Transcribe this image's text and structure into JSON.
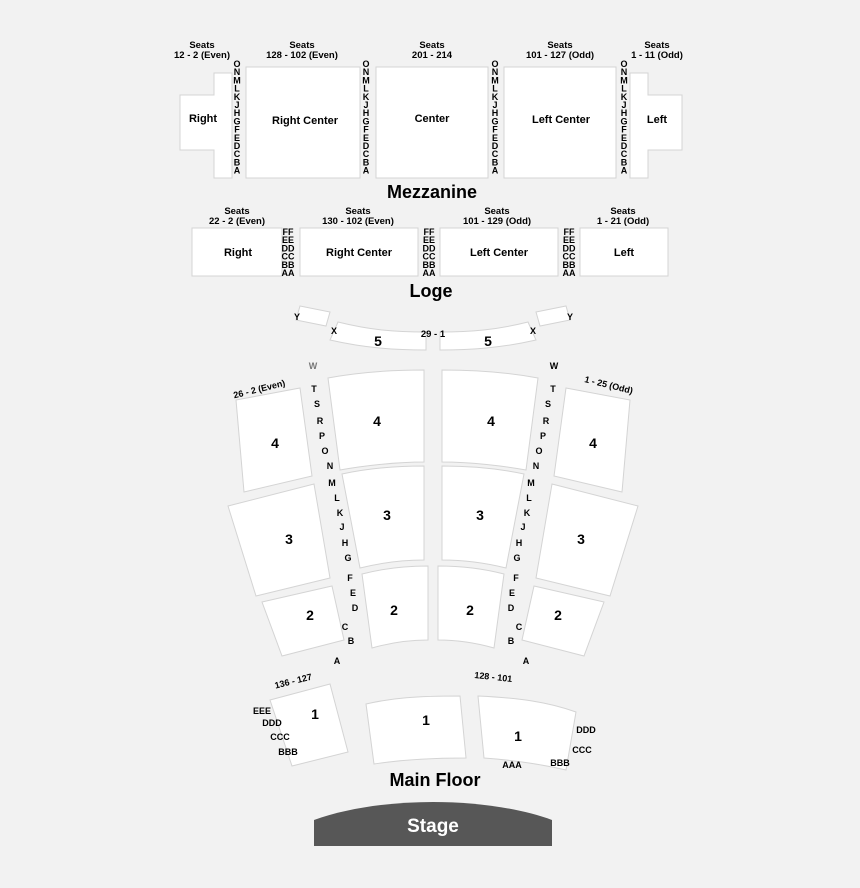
{
  "levels": {
    "mezzanine": "Mezzanine",
    "loge": "Loge",
    "main_floor": "Main Floor",
    "stage": "Stage"
  },
  "mezzanine": {
    "sections": [
      {
        "name": "Right",
        "seats_label": "Seats",
        "seats": "12 - 2 (Even)"
      },
      {
        "name": "Right Center",
        "seats_label": "Seats",
        "seats": "128 - 102 (Even)"
      },
      {
        "name": "Center",
        "seats_label": "Seats",
        "seats": "201 - 214"
      },
      {
        "name": "Left Center",
        "seats_label": "Seats",
        "seats": "101 - 127 (Odd)"
      },
      {
        "name": "Left",
        "seats_label": "Seats",
        "seats": "1 - 11 (Odd)"
      }
    ],
    "rows": [
      "O",
      "N",
      "M",
      "L",
      "K",
      "J",
      "H",
      "G",
      "F",
      "E",
      "D",
      "C",
      "B",
      "A"
    ]
  },
  "loge": {
    "sections": [
      {
        "name": "Right",
        "seats_label": "Seats",
        "seats": "22 - 2 (Even)"
      },
      {
        "name": "Right Center",
        "seats_label": "Seats",
        "seats": "130 - 102 (Even)"
      },
      {
        "name": "Left Center",
        "seats_label": "Seats",
        "seats": "101 - 129 (Odd)"
      },
      {
        "name": "Left",
        "seats_label": "Seats",
        "seats": "1 - 21 (Odd)"
      }
    ],
    "rows": [
      "FF",
      "EE",
      "DD",
      "CC",
      "BB",
      "AA"
    ]
  },
  "main_floor": {
    "upper_rows": [
      "Y",
      "X"
    ],
    "center_seats": "29 - 1",
    "side_left_seats": "26 - 2 (Even)",
    "side_right_seats": "1 - 25 (Odd)",
    "aisle_rows": [
      "W",
      "T",
      "S",
      "R",
      "P",
      "O",
      "N",
      "M",
      "L",
      "K",
      "J",
      "H",
      "G",
      "F",
      "E",
      "D",
      "C",
      "B",
      "A"
    ],
    "lower_left_seats": "136 - 127",
    "lower_right_seats": "128 - 101",
    "front_left_rows": [
      "EEE",
      "DDD",
      "CCC",
      "BBB"
    ],
    "front_right_rows": [
      "DDD",
      "CCC",
      "BBB"
    ],
    "front_center_row": "AAA",
    "zone_numbers": [
      "1",
      "2",
      "3",
      "4",
      "5"
    ]
  }
}
